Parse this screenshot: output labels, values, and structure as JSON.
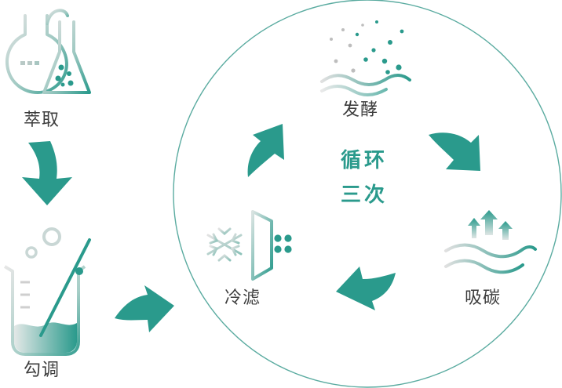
{
  "steps": {
    "extract": "萃取",
    "blend": "勾调",
    "ferment": "发酵",
    "absorb": "吸碳",
    "chill_filter": "冷滤"
  },
  "center": {
    "line1": "循环",
    "line2": "三次"
  },
  "colors": {
    "accent": "#2a9a8c",
    "text": "#3d3d3d",
    "circle": "#5aaba0"
  }
}
